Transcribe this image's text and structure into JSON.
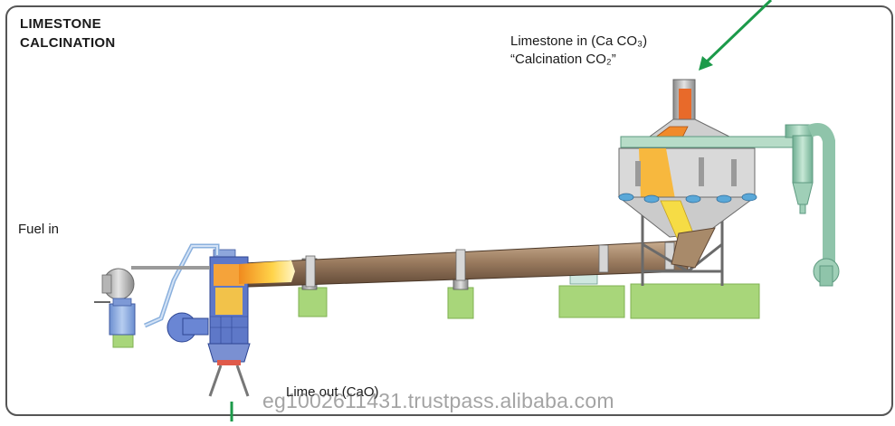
{
  "diagram": {
    "title_line1": "LIMESTONE",
    "title_line2": "CALCINATION",
    "labels": {
      "limestone_in_line1": "Limestone in (Ca CO₃)",
      "limestone_in_line2": "“Calcination CO₂”",
      "fuel_in": "Fuel in",
      "lime_out": "Lime out (CaO)"
    },
    "watermark": "eg1002611431.trustpass.alibaba.com"
  },
  "colors": {
    "frame": "#555555",
    "kiln": "#9a7b5f",
    "support": "#a8d67a",
    "piping_blue": "#8ab0dd",
    "burner_blue": "#5e78c8",
    "cyclone": "#9fcfb7",
    "flame": "#f2a23a",
    "arrow": "#1c9a4a",
    "steel": "#707070"
  }
}
